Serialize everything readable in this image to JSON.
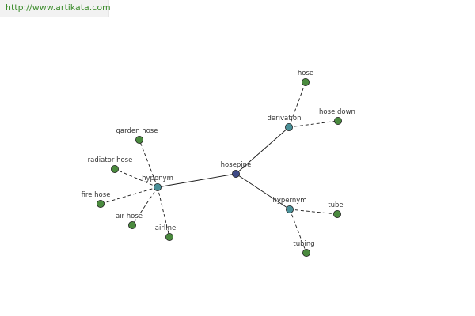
{
  "watermark": {
    "url": "http://www.artikata.com"
  },
  "colors": {
    "url_text": "#3c8c2c",
    "edge": "#1a1a1a",
    "label": "#333333",
    "node_root": "#3e4a86",
    "node_relation": "#4a9098",
    "node_leaf": "#4a8a3e",
    "node_stroke": "#222222"
  },
  "graph": {
    "nodes": [
      {
        "id": "hosepipe",
        "label": "hosepipe",
        "kind": "root"
      },
      {
        "id": "hyponym",
        "label": "hyponym",
        "kind": "relation"
      },
      {
        "id": "derivation",
        "label": "derivation",
        "kind": "relation"
      },
      {
        "id": "hypernym",
        "label": "hypernym",
        "kind": "relation"
      },
      {
        "id": "garden_hose",
        "label": "garden hose",
        "kind": "leaf"
      },
      {
        "id": "radiator_hose",
        "label": "radiator hose",
        "kind": "leaf"
      },
      {
        "id": "fire_hose",
        "label": "fire hose",
        "kind": "leaf"
      },
      {
        "id": "air_hose",
        "label": "air hose",
        "kind": "leaf"
      },
      {
        "id": "airline",
        "label": "airline",
        "kind": "leaf"
      },
      {
        "id": "hose",
        "label": "hose",
        "kind": "leaf"
      },
      {
        "id": "hose_down",
        "label": "hose down",
        "kind": "leaf"
      },
      {
        "id": "tube",
        "label": "tube",
        "kind": "leaf"
      },
      {
        "id": "tubing",
        "label": "tubing",
        "kind": "leaf"
      }
    ],
    "edges": [
      {
        "from": "hosepipe",
        "to": "hyponym",
        "style": "solid"
      },
      {
        "from": "hosepipe",
        "to": "derivation",
        "style": "solid"
      },
      {
        "from": "hosepipe",
        "to": "hypernym",
        "style": "solid"
      },
      {
        "from": "hyponym",
        "to": "garden_hose",
        "style": "dashed"
      },
      {
        "from": "hyponym",
        "to": "radiator_hose",
        "style": "dashed"
      },
      {
        "from": "hyponym",
        "to": "fire_hose",
        "style": "dashed"
      },
      {
        "from": "hyponym",
        "to": "air_hose",
        "style": "dashed"
      },
      {
        "from": "hyponym",
        "to": "airline",
        "style": "dashed"
      },
      {
        "from": "derivation",
        "to": "hose",
        "style": "dashed"
      },
      {
        "from": "derivation",
        "to": "hose_down",
        "style": "dashed"
      },
      {
        "from": "hypernym",
        "to": "tube",
        "style": "dashed"
      },
      {
        "from": "hypernym",
        "to": "tubing",
        "style": "dashed"
      }
    ]
  }
}
